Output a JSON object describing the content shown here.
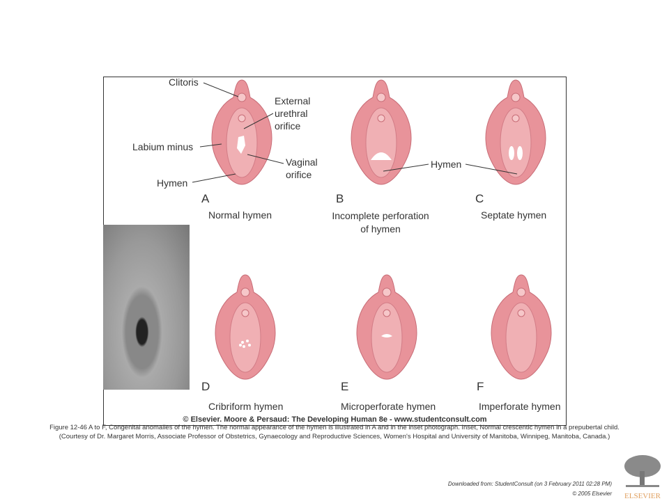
{
  "figure": {
    "labels": {
      "clitoris": "Clitoris",
      "urethral": "External\nurethral\norifice",
      "labium": "Labium minus",
      "vaginal": "Vaginal\norifice",
      "hymen_a": "Hymen",
      "hymen_bc": "Hymen"
    },
    "panels": [
      {
        "letter": "A",
        "caption": "Normal hymen"
      },
      {
        "letter": "B",
        "caption": "Incomplete perforation\nof hymen"
      },
      {
        "letter": "C",
        "caption": "Septate hymen"
      },
      {
        "letter": "D",
        "caption": "Cribriform hymen"
      },
      {
        "letter": "E",
        "caption": "Microperforate hymen"
      },
      {
        "letter": "F",
        "caption": "Imperforate hymen"
      }
    ],
    "credit": "© Elsevier. Moore & Persaud: The Developing Human 8e - www.studentconsult.com"
  },
  "caption": "Figure 12-46 A to F, Congenital anomalies of the hymen. The normal appearance of the hymen is illustrated in A and in the inset photograph. Inset, Normal crescentic hymen in a prepubertal child. (Courtesy of Dr. Margaret Morris, Associate Professor of Obstetrics, Gynaecology and Reproductive Sciences, Women's Hospital and University of Manitoba, Winnipeg, Manitoba, Canada.)",
  "footer": {
    "downloaded": "Downloaded from: StudentConsult (on 3 February 2011 02:28 PM)",
    "copyright": "© 2005 Elsevier",
    "publisher": "ELSEVIER"
  },
  "colors": {
    "pink": "#e8939a",
    "light": "#f2b9bc",
    "logo": "#e0a060"
  }
}
